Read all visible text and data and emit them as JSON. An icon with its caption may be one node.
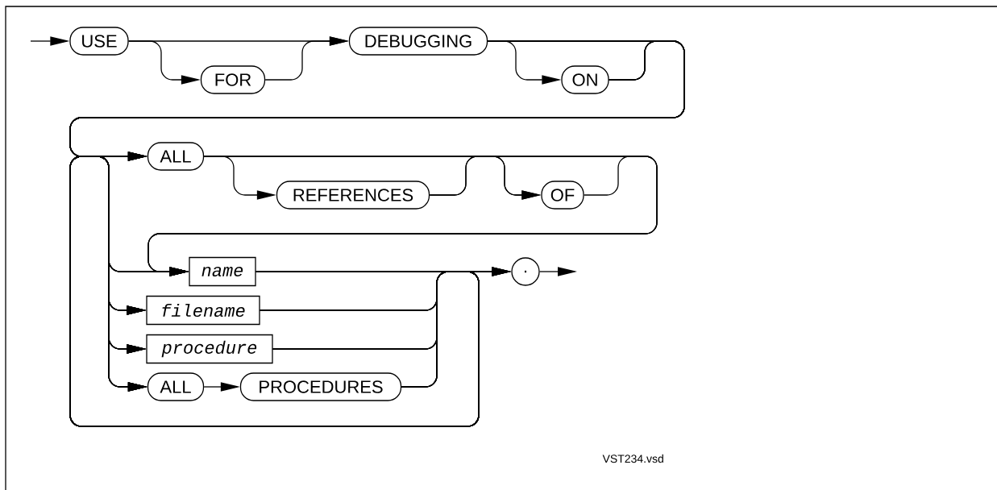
{
  "diagram": {
    "nodes": [
      {
        "text": [
          "USE"
        ]
      },
      {
        "text": [
          "FOR"
        ]
      },
      {
        "text": [
          "DEBUGGING"
        ]
      },
      {
        "text": [
          "ON"
        ]
      },
      {
        "text": [
          "ALL"
        ]
      },
      {
        "text": [
          "REFERENCES"
        ]
      },
      {
        "text": [
          "OF"
        ]
      },
      {
        "text": [
          "name"
        ]
      },
      {
        "text": [
          "filename"
        ]
      },
      {
        "text": [
          "procedure"
        ]
      },
      {
        "text": [
          "ALL"
        ]
      },
      {
        "text": [
          "PROCEDURES"
        ]
      },
      {
        "text": [
          "."
        ]
      }
    ],
    "edges": [
      {
        "from": null,
        "to": 0,
        "arrow": "to"
      },
      {
        "from": 0,
        "to": 1,
        "arrow": "to"
      },
      {
        "from": 0,
        "to": 2,
        "arrow": "to"
      },
      {
        "from": 1,
        "to": 2,
        "arrow": "to"
      },
      {
        "from": 2,
        "to": 3,
        "arrow": "to"
      },
      {
        "from": 2,
        "to": 4,
        "arrow": "to"
      },
      {
        "from": 2,
        "to": 7,
        "arrow": "to"
      },
      {
        "from": 2,
        "to": 8,
        "arrow": "to"
      },
      {
        "from": 2,
        "to": 9,
        "arrow": "to"
      },
      {
        "from": 2,
        "to": 10,
        "arrow": "to"
      },
      {
        "from": 3,
        "to": 4,
        "arrow": "to"
      },
      {
        "from": 3,
        "to": 7,
        "arrow": "to"
      },
      {
        "from": 3,
        "to": 8,
        "arrow": "to"
      },
      {
        "from": 3,
        "to": 9,
        "arrow": "to"
      },
      {
        "from": 3,
        "to": 10,
        "arrow": "to"
      },
      {
        "from": 4,
        "to": 5,
        "arrow": "to"
      },
      {
        "from": 4,
        "to": 6,
        "arrow": "to"
      },
      {
        "from": 5,
        "to": 6,
        "arrow": "to"
      },
      {
        "from": 4,
        "to": 7,
        "arrow": "to"
      },
      {
        "from": 5,
        "to": 7,
        "arrow": "to"
      },
      {
        "from": 6,
        "to": 7,
        "arrow": "to"
      },
      {
        "from": 10,
        "to": 11,
        "arrow": "to"
      },
      {
        "from": 7,
        "to": 12,
        "arrow": "to"
      },
      {
        "from": 8,
        "to": 12,
        "arrow": "to"
      },
      {
        "from": 9,
        "to": 12,
        "arrow": "to"
      },
      {
        "from": 11,
        "to": 12,
        "arrow": "to"
      },
      {
        "from": 12,
        "to": null,
        "arrow": "to"
      },
      {
        "from": 7,
        "to": 4,
        "arrow": "to"
      },
      {
        "from": 7,
        "to": 7,
        "arrow": "to"
      },
      {
        "from": 7,
        "to": 8,
        "arrow": "to"
      },
      {
        "from": 7,
        "to": 9,
        "arrow": "to"
      },
      {
        "from": 7,
        "to": 10,
        "arrow": "to"
      },
      {
        "from": 8,
        "to": 4,
        "arrow": "to"
      },
      {
        "from": 8,
        "to": 7,
        "arrow": "to"
      },
      {
        "from": 8,
        "to": 8,
        "arrow": "to"
      },
      {
        "from": 8,
        "to": 9,
        "arrow": "to"
      },
      {
        "from": 8,
        "to": 10,
        "arrow": "to"
      },
      {
        "from": 9,
        "to": 4,
        "arrow": "to"
      },
      {
        "from": 9,
        "to": 7,
        "arrow": "to"
      },
      {
        "from": 9,
        "to": 8,
        "arrow": "to"
      },
      {
        "from": 9,
        "to": 9,
        "arrow": "to"
      },
      {
        "from": 9,
        "to": 10,
        "arrow": "to"
      },
      {
        "from": 11,
        "to": 4,
        "arrow": "to"
      },
      {
        "from": 11,
        "to": 7,
        "arrow": "to"
      },
      {
        "from": 11,
        "to": 8,
        "arrow": "to"
      },
      {
        "from": 11,
        "to": 9,
        "arrow": "to"
      },
      {
        "from": 11,
        "to": 10,
        "arrow": "to"
      }
    ],
    "labels": [
      "VST234.vsd"
    ]
  }
}
